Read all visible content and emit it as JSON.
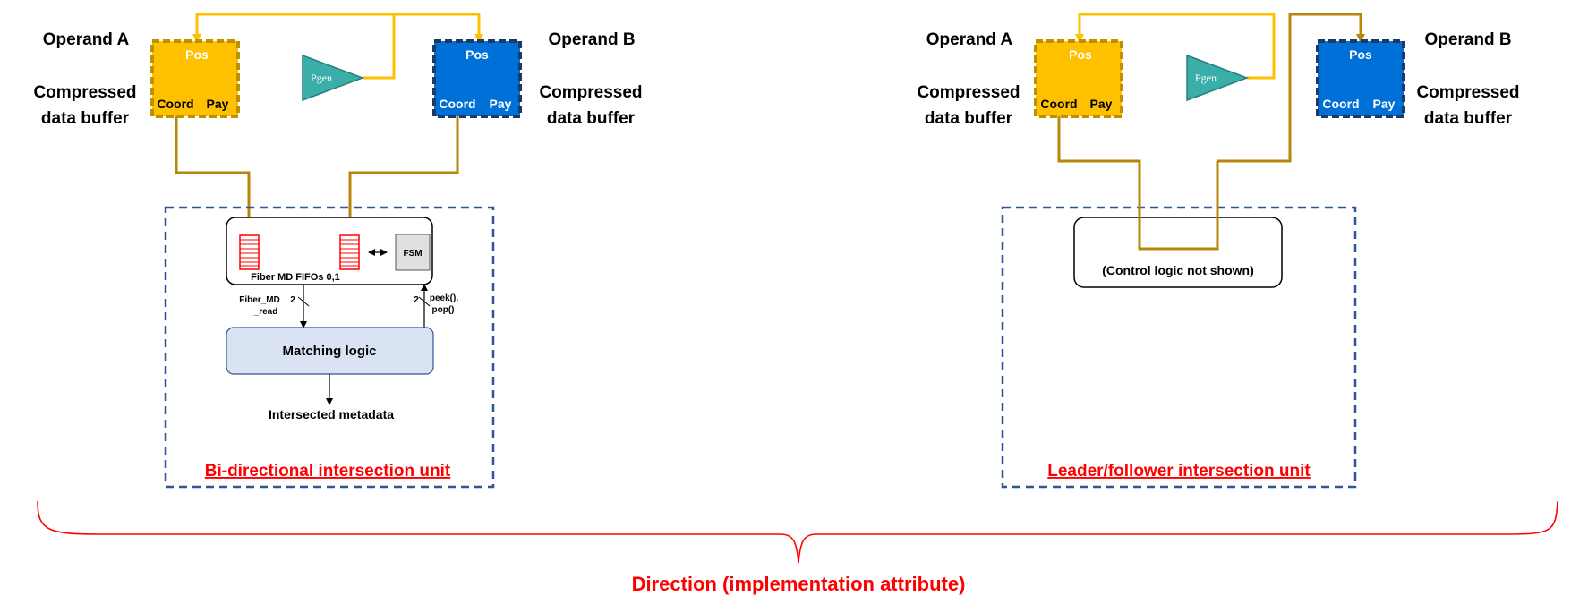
{
  "left": {
    "operand_a": {
      "title": "Operand A",
      "buffer_line1": "Compressed",
      "buffer_line2": "data buffer",
      "pos": "Pos",
      "coord": "Coord",
      "pay": "Pay"
    },
    "operand_b": {
      "title": "Operand B",
      "buffer_line1": "Compressed",
      "buffer_line2": "data buffer",
      "pos": "Pos",
      "coord": "Coord",
      "pay": "Pay"
    },
    "pgen": "Pgen",
    "fsm": "FSM",
    "fifo_label": "Fiber MD FIFOs 0,1",
    "read_signal_line1": "Fiber_MD",
    "read_signal_line2": "_read",
    "read_bus_width": "2",
    "ctrl_bus_width": "2",
    "ctrl_signal_line1": "peek(),",
    "ctrl_signal_line2": "pop()",
    "matching_logic": "Matching logic",
    "output": "Intersected metadata",
    "unit_title": "Bi-directional intersection unit"
  },
  "right": {
    "operand_a": {
      "title": "Operand A",
      "buffer_line1": "Compressed",
      "buffer_line2": "data buffer",
      "pos": "Pos",
      "coord": "Coord",
      "pay": "Pay"
    },
    "operand_b": {
      "title": "Operand B",
      "buffer_line1": "Compressed",
      "buffer_line2": "data buffer",
      "pos": "Pos",
      "coord": "Coord",
      "pay": "Pay"
    },
    "pgen": "Pgen",
    "control_box": "(Control logic not shown)",
    "unit_title": "Leader/follower intersection unit"
  },
  "brace_label": "Direction (implementation attribute)",
  "colors": {
    "operand_a_fill": "#FFC000",
    "operand_a_border": "#BF9000",
    "operand_b_fill": "#0070D9",
    "operand_b_border": "#1F3864",
    "wire": "#B8860B",
    "pgen_wire": "#FFC000",
    "pgen_fill": "#3AAFA9",
    "unit_border": "#2F5597",
    "accent_red": "#FF0000",
    "matching_fill": "#DAE3F3"
  }
}
